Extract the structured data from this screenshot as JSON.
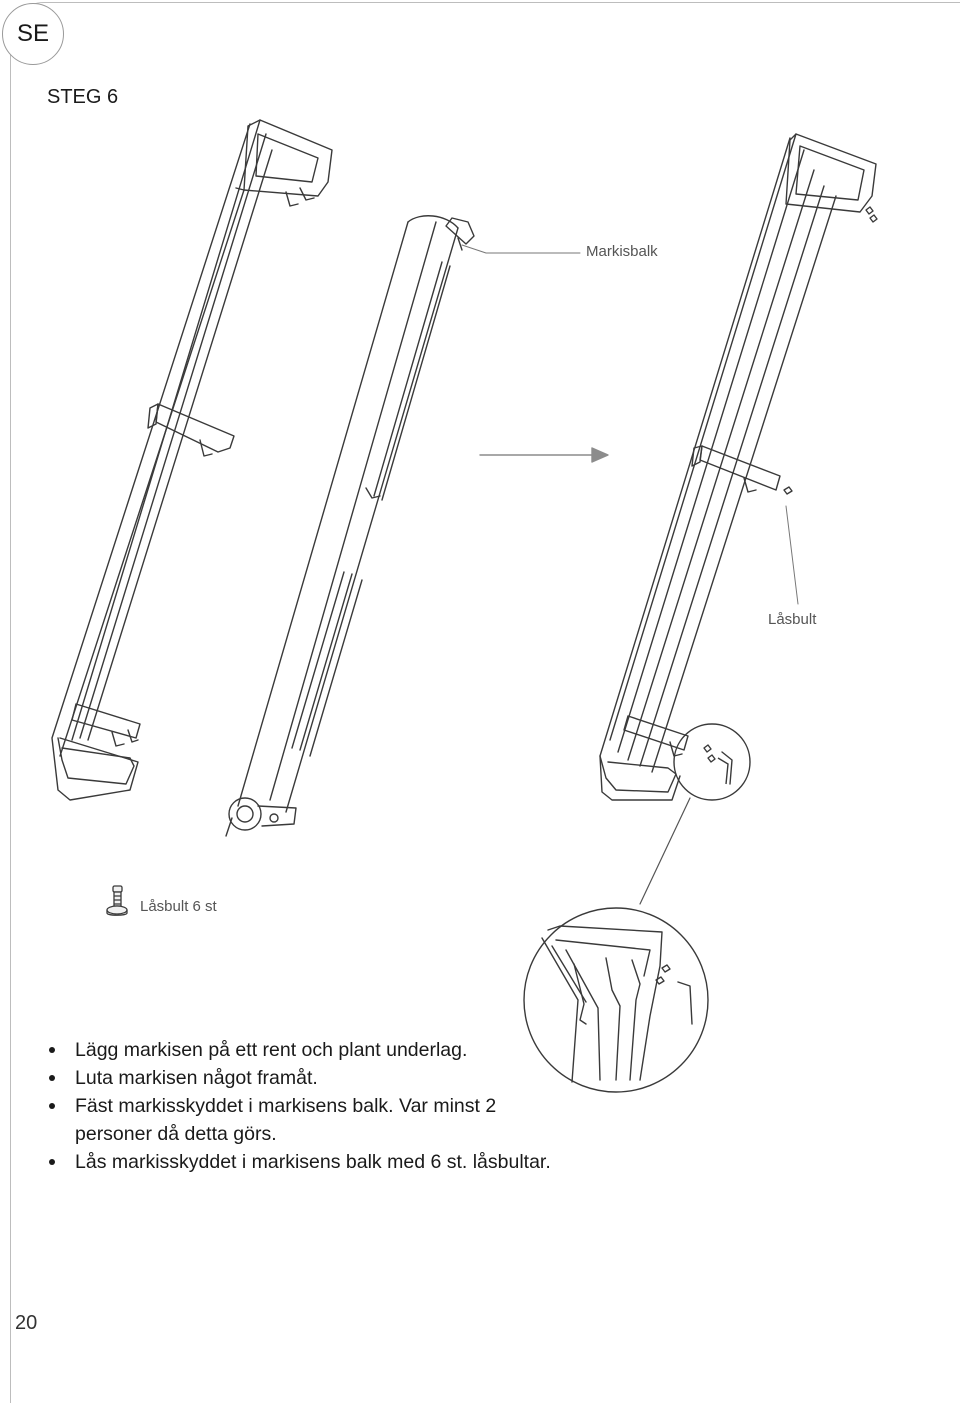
{
  "language_code": "SE",
  "step_title": "STEG 6",
  "labels": {
    "markisbalk": "Markisbalk",
    "lasbult": "Låsbult",
    "lasbult_count": "Låsbult 6 st"
  },
  "instructions": [
    "Lägg markisen på ett rent och plant underlag.",
    "Luta markisen något framåt.",
    "Fäst markisskyddet i markisens balk. Var minst 2 personer då detta görs.",
    "Lås markisskyddet i markisens balk med 6 st. låsbultar."
  ],
  "page_number": "20",
  "colors": {
    "line": "#3a3a3a",
    "frame": "#bdbdbd",
    "arrow": "#8c8c8c"
  },
  "icons": [
    "bolt-icon",
    "arrow-right-icon",
    "hex-key-icon"
  ]
}
